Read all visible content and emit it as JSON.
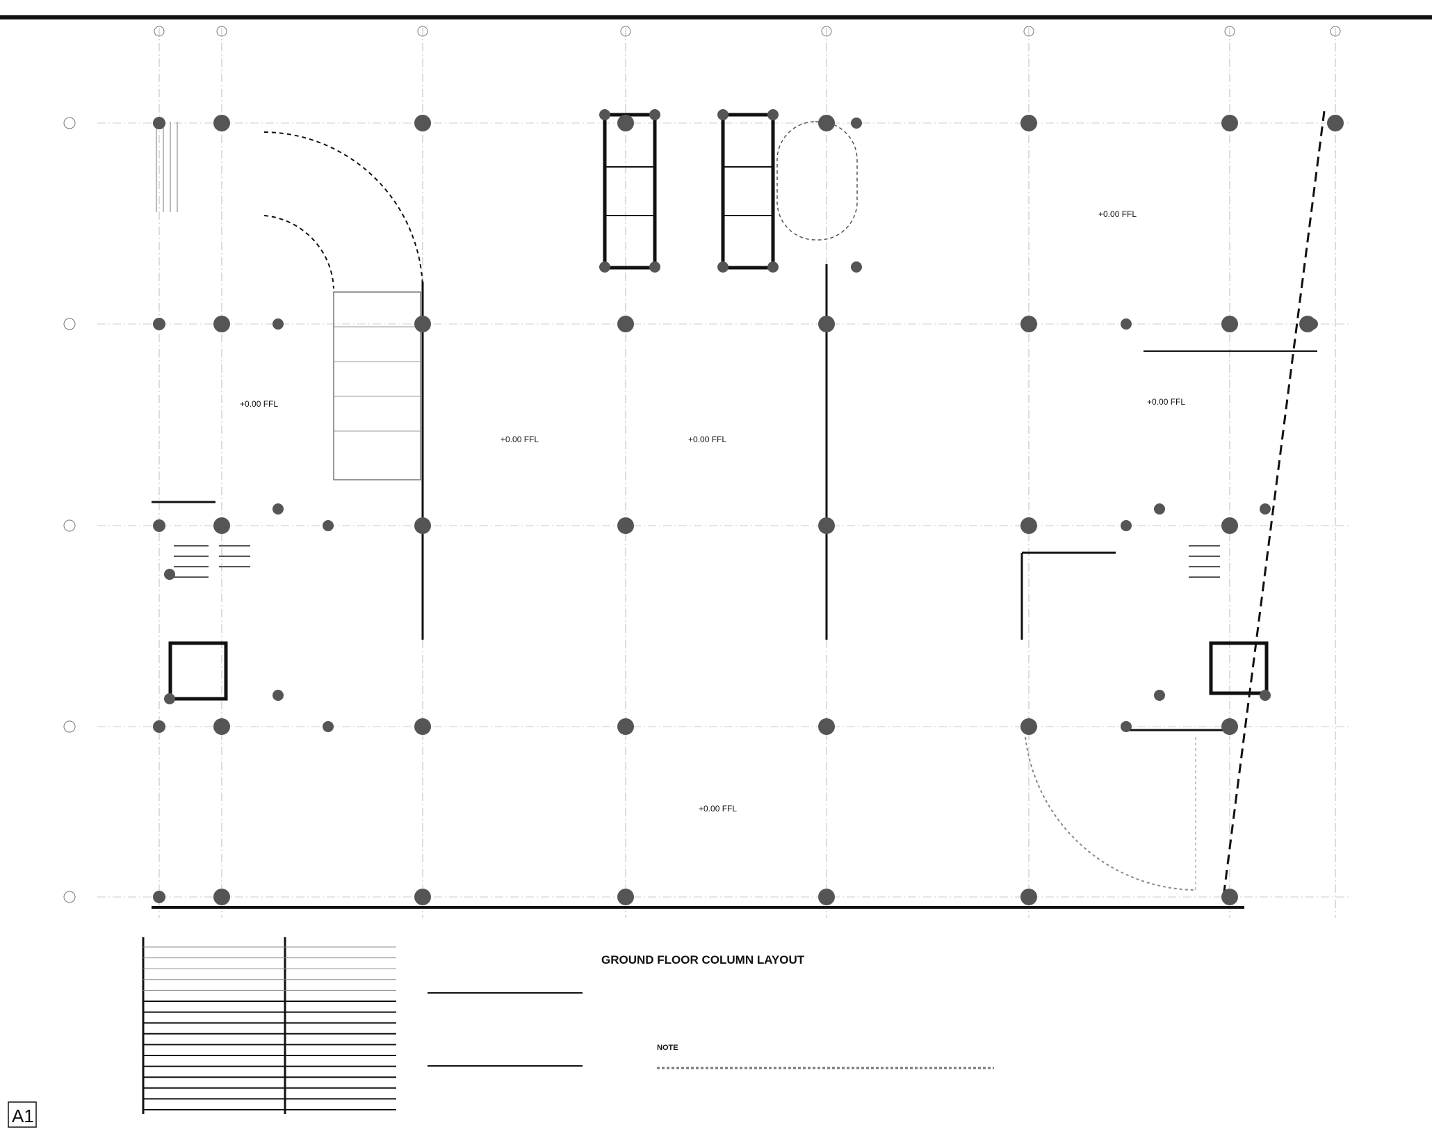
{
  "drawing": {
    "title": "GROUND FLOOR COLUMN LAYOUT",
    "sheet_label": "A1",
    "note_heading": "NOTE",
    "level_labels": [
      "+0.00 FFL",
      "+0.00 FFL",
      "+0.00 FFL",
      "+0.00 FFL",
      "+0.00 FFL",
      "+0.00 FFL"
    ],
    "colors": {
      "line": "#111111",
      "column": "#555555",
      "grid": "#999999"
    }
  }
}
